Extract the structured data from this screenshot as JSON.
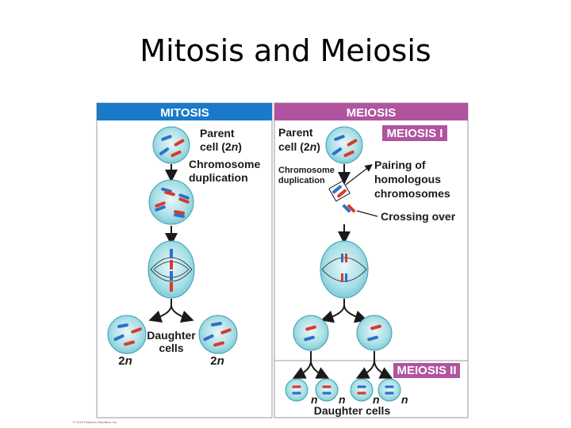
{
  "slide": {
    "title": "Mitosis and Meiosis"
  },
  "mitosis": {
    "header": "MITOSIS",
    "parent_line1": "Parent",
    "parent_line2_pre": "cell (2",
    "parent_line2_n": "n",
    "parent_line2_post": ")",
    "dup_line1": "Chromosome",
    "dup_line2": "duplication",
    "daughter_line1": "Daughter",
    "daughter_line2": "cells",
    "ploidy_left_num": "2",
    "ploidy_left_n": "n",
    "ploidy_right_num": "2",
    "ploidy_right_n": "n"
  },
  "meiosis": {
    "header": "MEIOSIS",
    "stage1_label": "MEIOSIS I",
    "stage2_label": "MEIOSIS II",
    "parent_line1": "Parent",
    "parent_line2_pre": "cell (2",
    "parent_line2_n": "n",
    "parent_line2_post": ")",
    "dup_line1": "Chromosome",
    "dup_line2": "duplication",
    "pairing_line1": "Pairing of",
    "pairing_line2": "homologous",
    "pairing_line3": "chromosomes",
    "crossing_over": "Crossing over",
    "n_labels": [
      "n",
      "n",
      "n",
      "n"
    ],
    "daughter_cells": "Daughter cells"
  },
  "copyright": "© 2010 Pearson Education, Inc.",
  "colors": {
    "mitosis_header": "#1a7ac8",
    "meiosis_header": "#b0549f",
    "cell_fill": "#a9dfe6",
    "cell_stroke": "#3a9fb4",
    "chrom_red": "#d93a2b",
    "chrom_blue": "#2f6fc7",
    "panel_border": "#9a9a9a"
  },
  "icons": [
    "arrow-down-icon",
    "cell-icon",
    "chromosome-icon"
  ]
}
